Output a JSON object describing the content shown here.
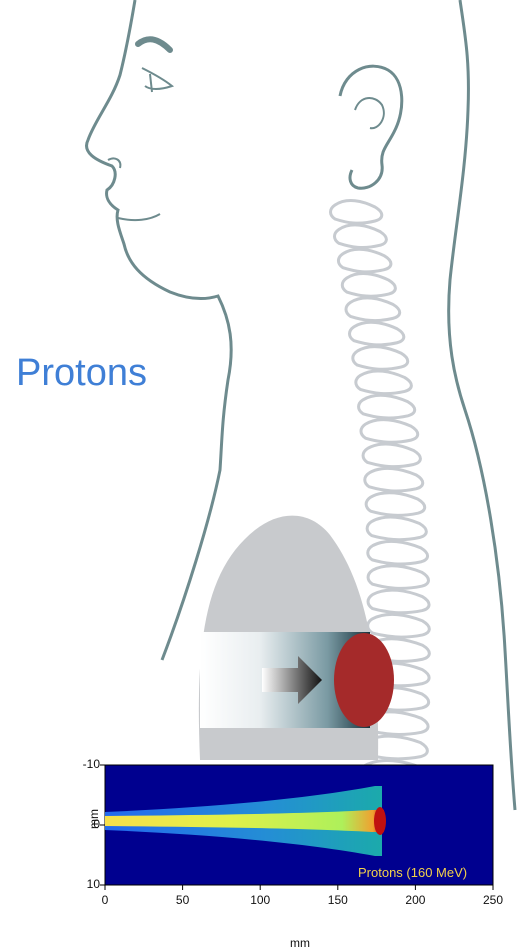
{
  "figure": {
    "label": "Protons"
  },
  "chart_data": {
    "type": "heatmap",
    "annotation": "Protons (160 MeV)",
    "xlabel": "mm",
    "ylabel": "mm",
    "x_ticks": [
      "0",
      "50",
      "100",
      "150",
      "200",
      "250"
    ],
    "y_ticks": [
      "-10",
      "0",
      "10"
    ],
    "xlim": [
      0,
      250
    ],
    "ylim": [
      -10,
      10
    ],
    "peak_x_mm": 175
  },
  "colors": {
    "outline": "#6e8b8e",
    "spine": "#c7cbd0",
    "body_fill": "#c8cacd",
    "tumor": "#a52a2a",
    "label": "#3f7fd6",
    "plot_bg": "#00008f"
  }
}
